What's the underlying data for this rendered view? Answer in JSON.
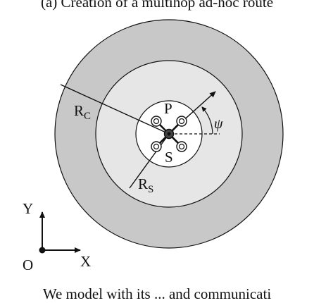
{
  "captions": {
    "top": "(a) Creation of a multihop ad-hoc route",
    "bottom": "We model with its ... and communicati"
  },
  "labels": {
    "rc_main": "R",
    "rc_sub": "C",
    "rs_main": "R",
    "rs_sub": "S",
    "p": "P",
    "s": "S",
    "psi": "ψ",
    "y_axis": "Y",
    "x_axis": "X",
    "origin": "O"
  },
  "colors": {
    "outer_disk": "#c8c8c8",
    "middle_disk": "#e6e6e6",
    "inner_disk": "#ffffff",
    "ink": "#111111"
  }
}
